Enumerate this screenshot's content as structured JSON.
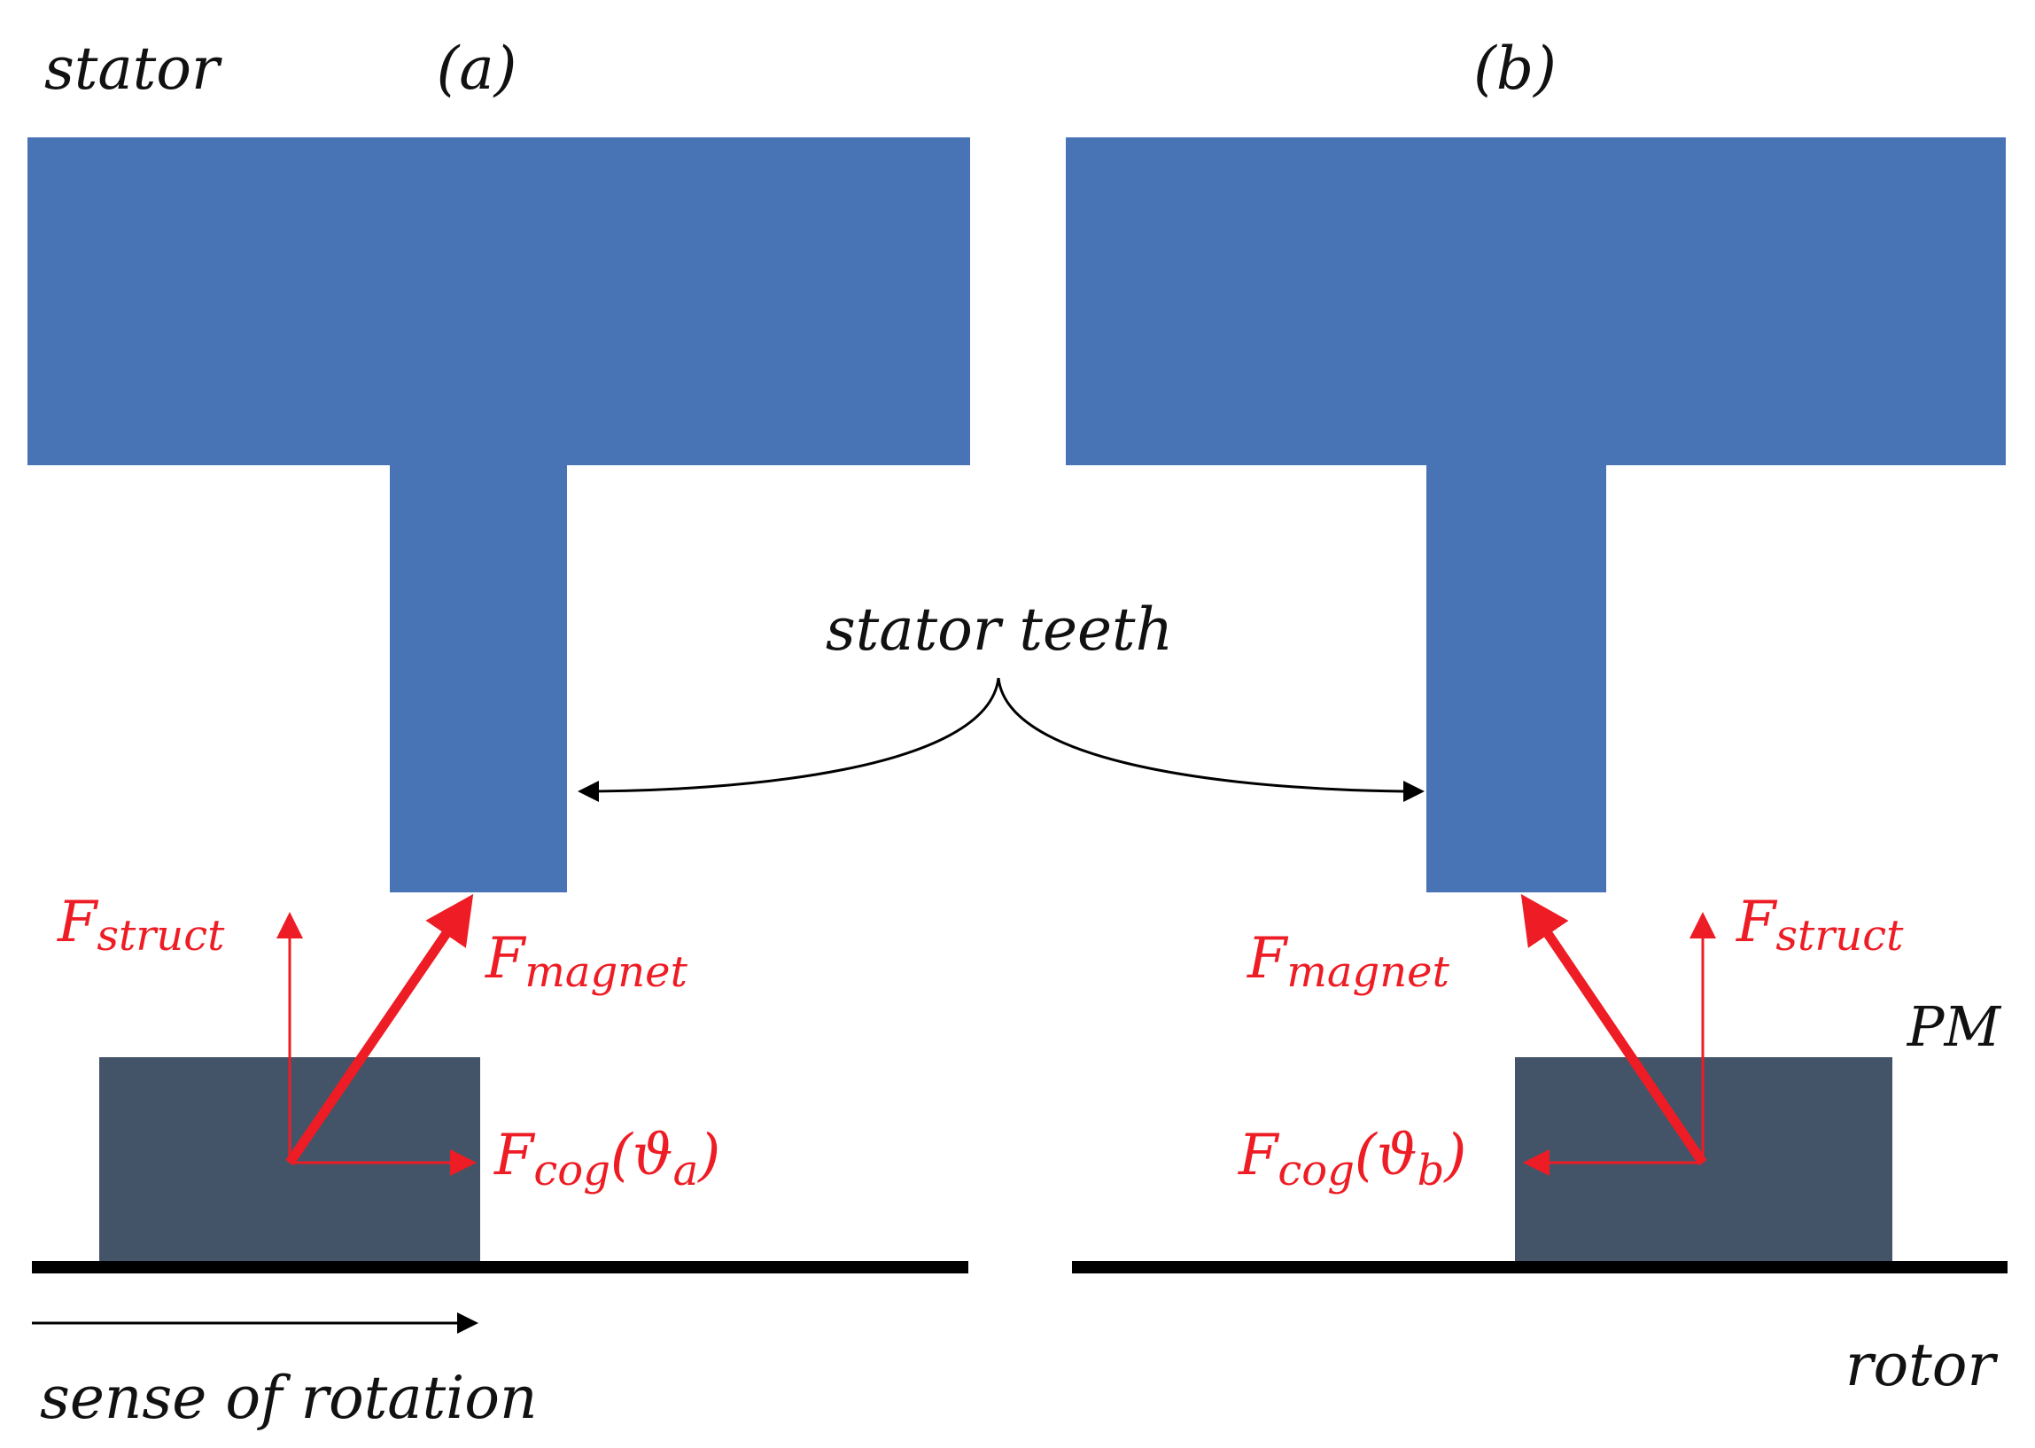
{
  "labels": {
    "stator": "stator",
    "panel_a": "(a)",
    "panel_b": "(b)",
    "stator_teeth": "stator teeth",
    "pm": "PM",
    "rotor": "rotor",
    "sense_of_rotation": "sense of rotation"
  },
  "forces_a": {
    "struct_main": "F",
    "struct_sub": "struct",
    "magnet_main": "F",
    "magnet_sub": "magnet",
    "cog_main": "F",
    "cog_sub": "cog",
    "cog_open": "(ϑ",
    "cog_arg_sub": "a",
    "cog_close": ")"
  },
  "forces_b": {
    "struct_main": "F",
    "struct_sub": "struct",
    "magnet_main": "F",
    "magnet_sub": "magnet",
    "cog_main": "F",
    "cog_sub": "cog",
    "cog_open": "(ϑ",
    "cog_arg_sub": "b",
    "cog_close": ")"
  },
  "colors": {
    "stator": "#4873b5",
    "magnet": "#435469",
    "force": "#ee1c24",
    "rotor": "#000000"
  }
}
